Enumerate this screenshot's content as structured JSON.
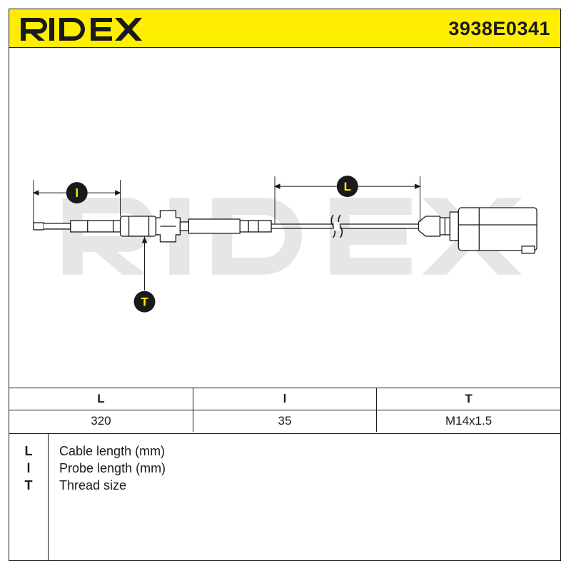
{
  "header": {
    "brand": "RIDEX",
    "part_number": "3938E0341",
    "accent_color": "#ffee00"
  },
  "drawing": {
    "watermark": "RIDEX",
    "callouts": {
      "cable": "L",
      "probe": "l",
      "thread": "T"
    }
  },
  "dimensions_table": {
    "headers": [
      "L",
      "l",
      "T"
    ],
    "values": [
      "320",
      "35",
      "M14x1.5"
    ]
  },
  "legend": [
    {
      "key": "L",
      "description": "Cable length (mm)"
    },
    {
      "key": "l",
      "description": "Probe length (mm)"
    },
    {
      "key": "T",
      "description": "Thread size"
    }
  ]
}
